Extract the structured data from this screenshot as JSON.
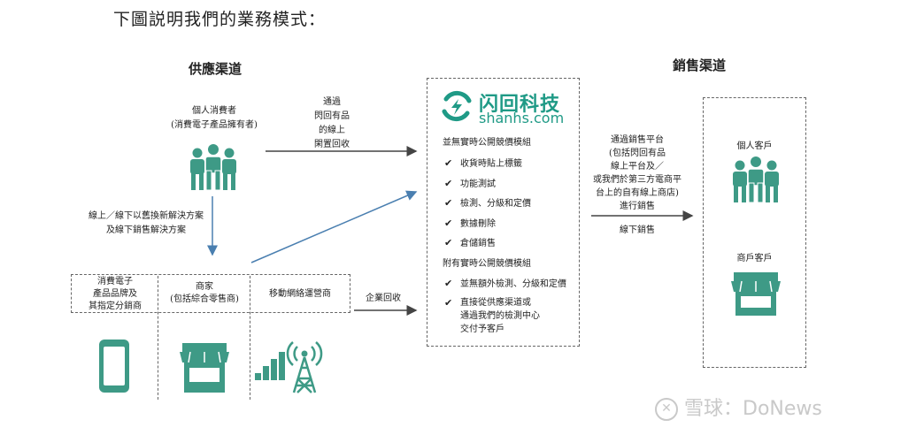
{
  "intro": "下圖説明我們的業務模式：",
  "supply_heading": "供應渠道",
  "sales_heading": "銷售渠道",
  "individual_consumer": {
    "line1": "個人消費者",
    "line2": "(消費電子產品擁有者)"
  },
  "flow_label": [
    "通過",
    "閃回有品",
    "的線上",
    "閑置回收"
  ],
  "trade_label": [
    "線上／線下以舊換新解決方案",
    "及線下銷售解決方案"
  ],
  "supply_partners": [
    {
      "lines": [
        "消費電子",
        "產品品牌及",
        "其指定分銷商"
      ],
      "icon": "phone-icon"
    },
    {
      "lines": [
        "商家",
        "(包括綜合零售商)"
      ],
      "icon": "store-icon"
    },
    {
      "lines": [
        "移動網絡運營商"
      ],
      "icon": "signal-tower-icon"
    }
  ],
  "enterprise_label": "企業回收",
  "logo": {
    "name": "闪回科技",
    "url": "shanhs.com"
  },
  "section1_title": "並無實時公開競價模組",
  "section1_items": [
    "收貨時貼上標籤",
    "功能測試",
    "檢測、分級和定價",
    "數據刪除",
    "倉儲銷售"
  ],
  "section2_title": "附有實時公開競價模組",
  "section2_items": [
    {
      "lines": [
        "並無額外檢測、分級和定價"
      ]
    },
    {
      "lines": [
        "直接從供應渠道或",
        "通過我們的檢測中心",
        "交付予客戶"
      ]
    }
  ],
  "sales_label": [
    "通過銷售平台",
    "(包括閃回有品",
    "線上平台及／",
    "或我們於第三方電商平",
    "台上的自有線上商店)",
    "進行銷售"
  ],
  "offline_sales_label": "線下銷售",
  "customers": [
    {
      "label": "個人客戶",
      "icon": "people-icon"
    },
    {
      "label": "商戶客戶",
      "icon": "store-icon"
    }
  ],
  "check_glyph": "✔",
  "watermark": "雪球：DoNews",
  "colors": {
    "accent": "#3e9a86",
    "arrow_dark": "#444444",
    "arrow_blue": "#4a7fb0"
  }
}
